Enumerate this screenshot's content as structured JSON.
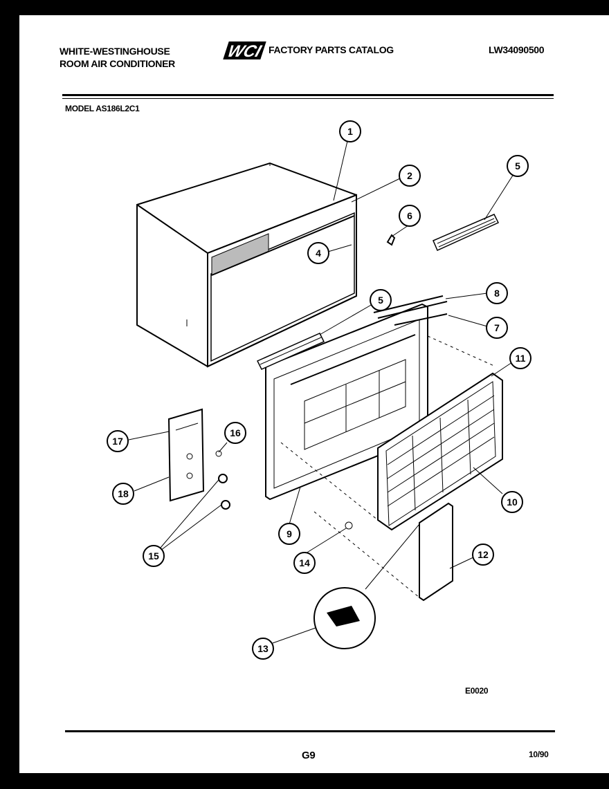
{
  "header": {
    "brand_line1": "WHITE-WESTINGHOUSE",
    "brand_line2": "ROOM AIR CONDITIONER",
    "logo_text": "WCI",
    "catalog_title": "FACTORY PARTS CATALOG",
    "catalog_number": "LW34090500",
    "model": "MODEL AS186L2C1"
  },
  "diagram": {
    "callouts": [
      "1",
      "2",
      "4",
      "5",
      "6",
      "5",
      "8",
      "7",
      "11",
      "16",
      "17",
      "18",
      "15",
      "9",
      "14",
      "10",
      "12",
      "13"
    ]
  },
  "footer": {
    "figure_code": "E0020",
    "page_code": "G9",
    "date": "10/90"
  }
}
